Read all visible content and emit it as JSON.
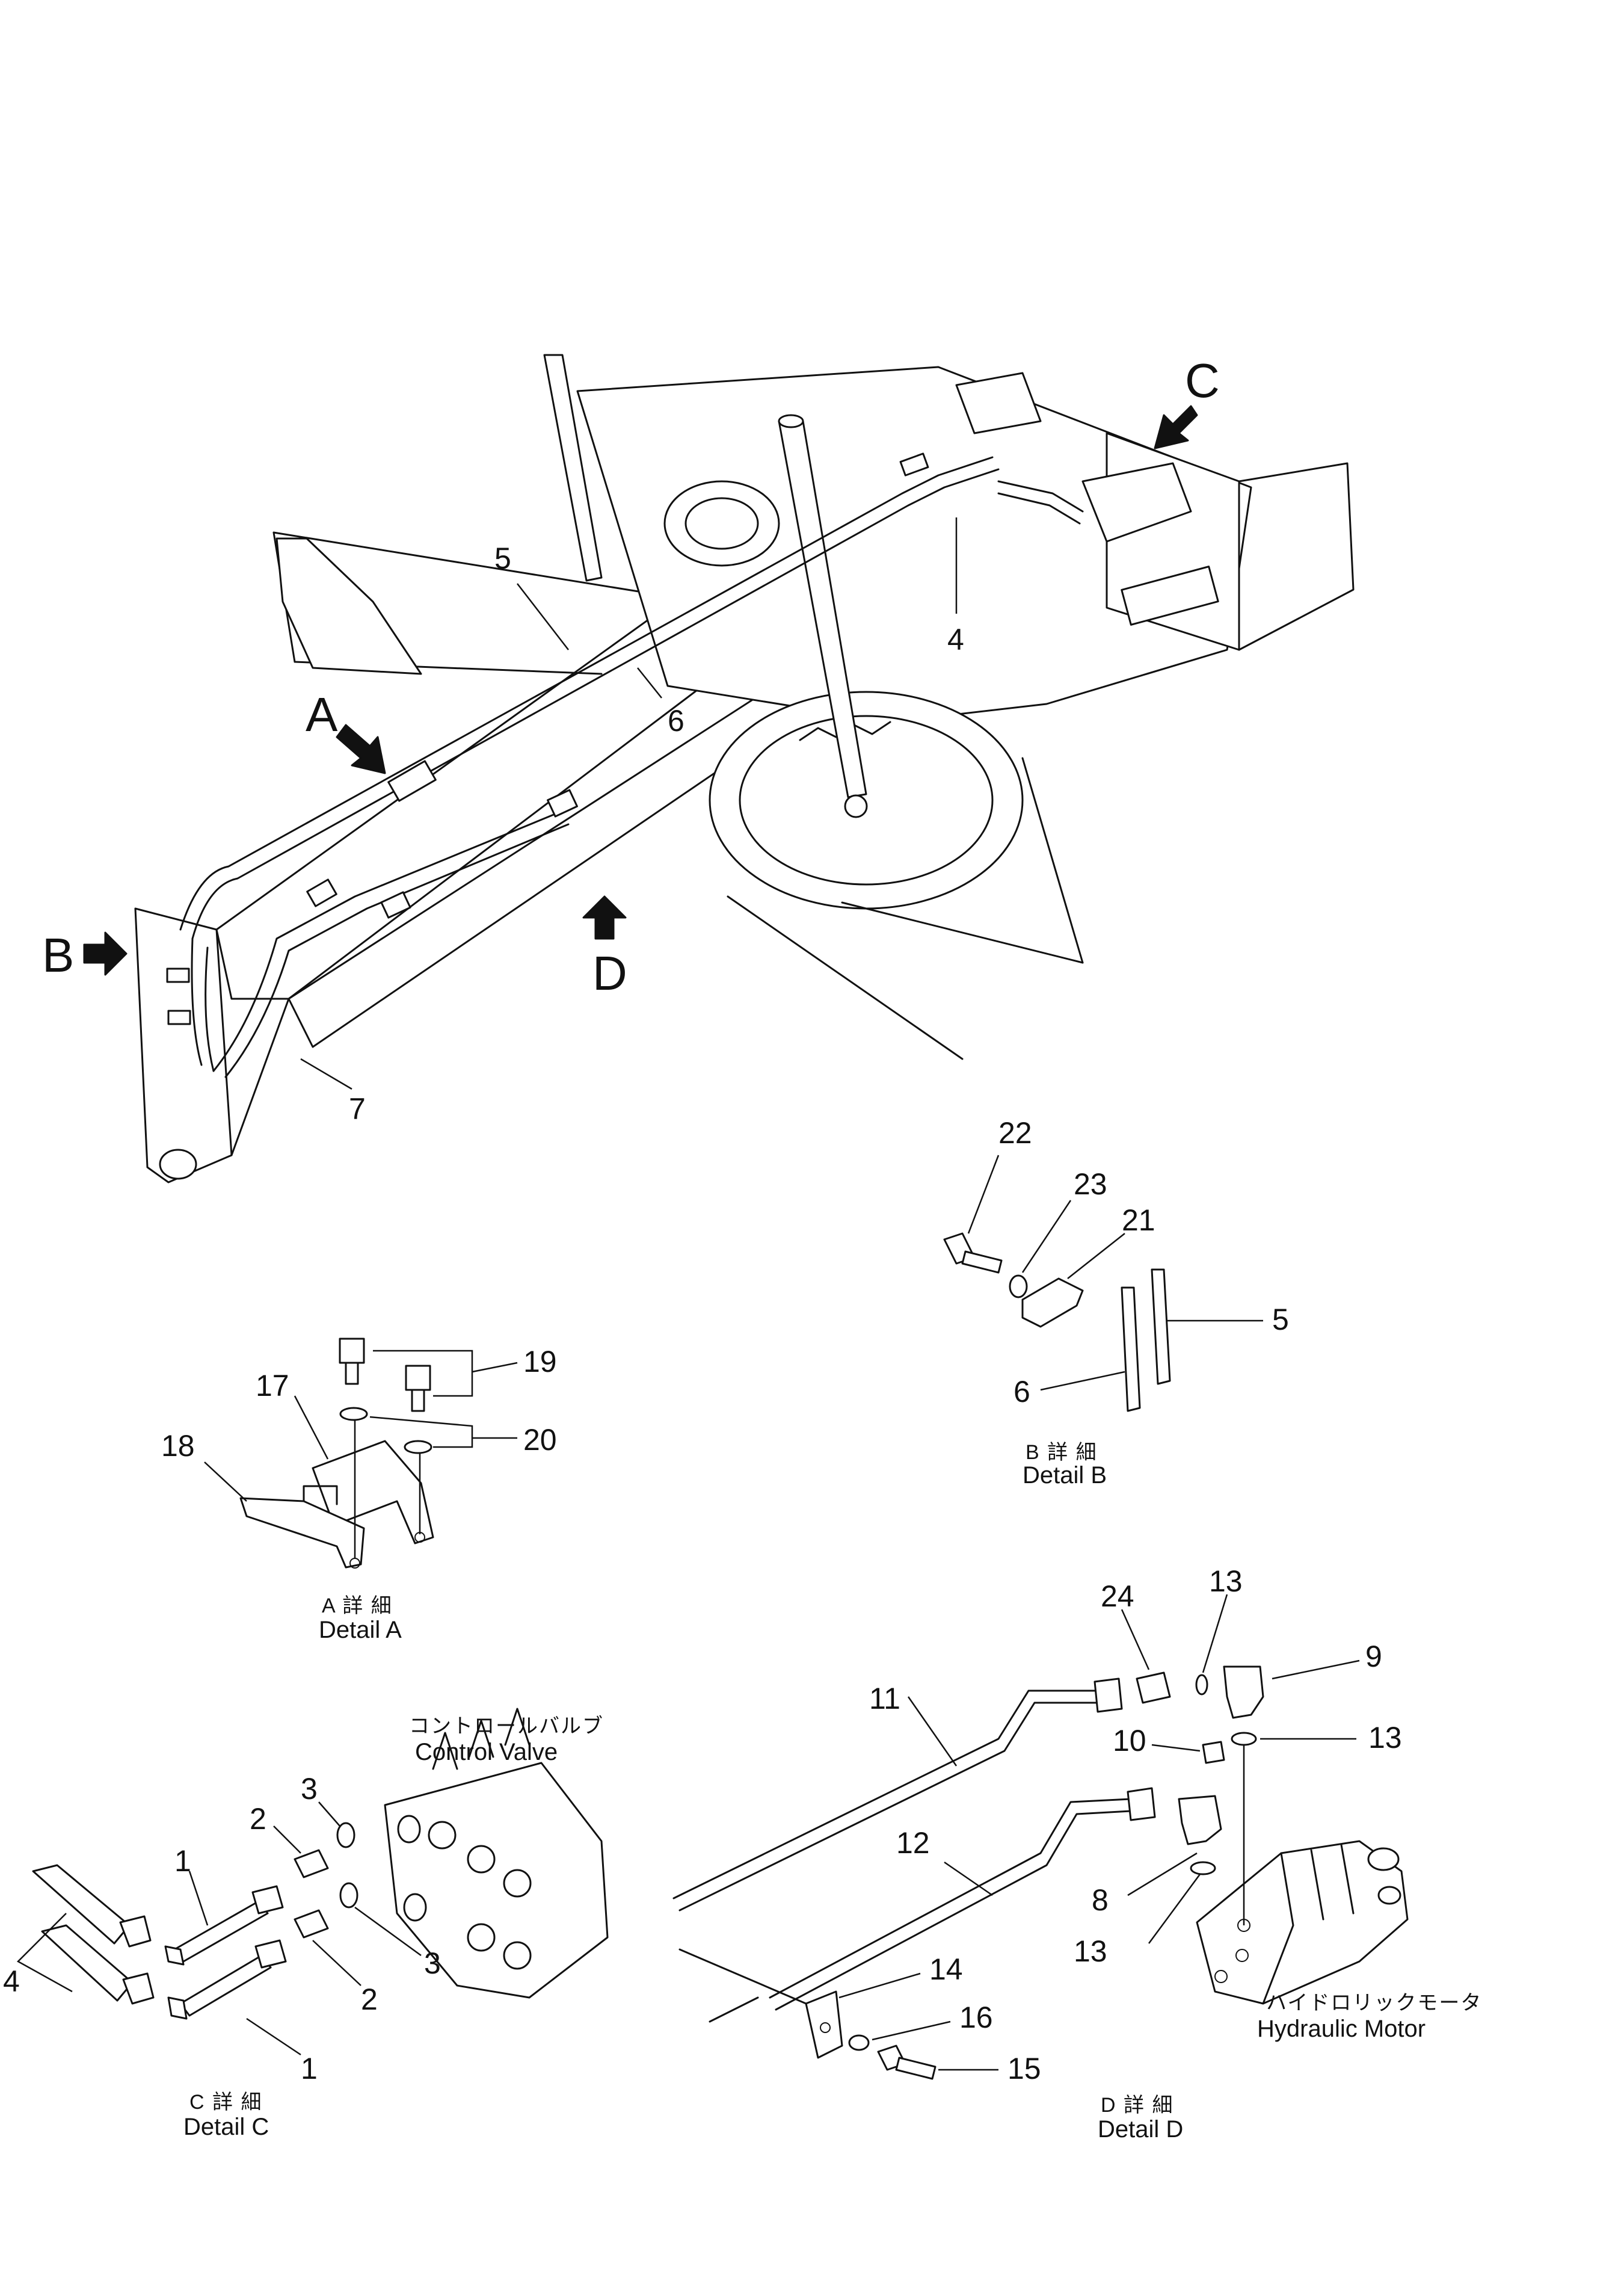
{
  "view_arrows": [
    "A",
    "B",
    "C",
    "D"
  ],
  "main_callouts": [
    "4",
    "5",
    "6",
    "7"
  ],
  "detail_a": {
    "callouts": [
      "17",
      "18",
      "19",
      "20"
    ],
    "caption_jp": "A 詳 細",
    "caption_en": "Detail A"
  },
  "detail_b": {
    "callouts": [
      "21",
      "22",
      "23",
      "5",
      "6"
    ],
    "caption_jp": "B 詳 細",
    "caption_en": "Detail B"
  },
  "detail_c": {
    "callouts": [
      "1",
      "2",
      "3",
      "1",
      "2",
      "3",
      "4"
    ],
    "control_valve_jp": "コントロールバルブ",
    "control_valve_en": "Control Valve",
    "caption_jp": "C 詳 細",
    "caption_en": "Detail C"
  },
  "detail_d": {
    "callouts": [
      "24",
      "13",
      "9",
      "11",
      "10",
      "13",
      "12",
      "8",
      "13",
      "14",
      "16",
      "15"
    ],
    "hydraulic_motor_jp": "ハイドロリックモータ",
    "hydraulic_motor_en": "Hydraulic Motor",
    "caption_jp": "D 詳 細",
    "caption_en": "Detail D"
  }
}
